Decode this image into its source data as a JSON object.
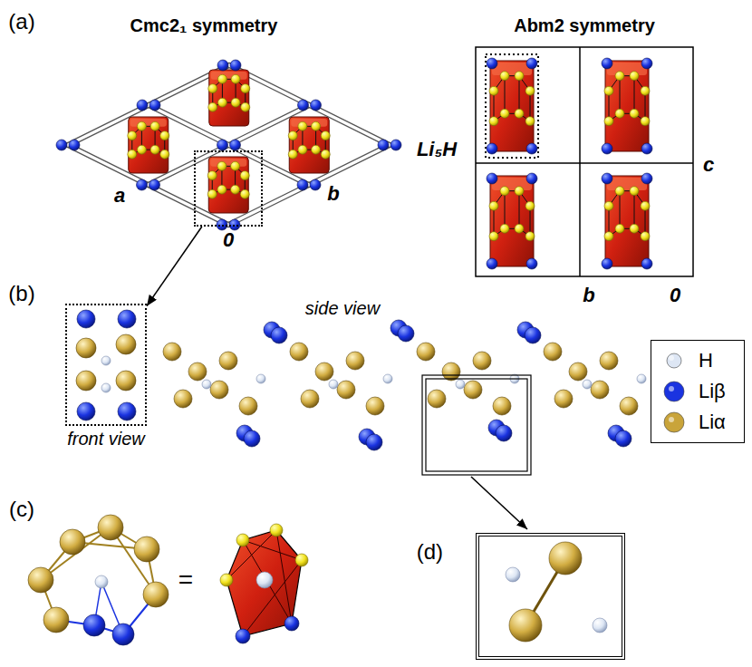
{
  "diagram": {
    "nodes": [
      {
        "text": [
          "0"
        ]
      },
      {
        "text": [
          "front view"
        ]
      },
      {
        "text": [
          "(d)"
        ]
      }
    ],
    "edges": [
      {
        "from": 0,
        "to": 1,
        "arrow": "to"
      }
    ],
    "labels": [
      "(a)",
      "Cmc2₁ symmetry",
      "Abm2 symmetry",
      "Li₅H",
      "a",
      "b",
      "c",
      "b",
      "0",
      "(b)",
      "side view",
      "(c)",
      "="
    ],
    "legend": [
      {
        "text": "H",
        "color": "#dde6f4"
      },
      {
        "text": "Liβ",
        "color": "#1a33e0"
      },
      {
        "text": "Liα",
        "color": "#c9a43a"
      }
    ]
  }
}
